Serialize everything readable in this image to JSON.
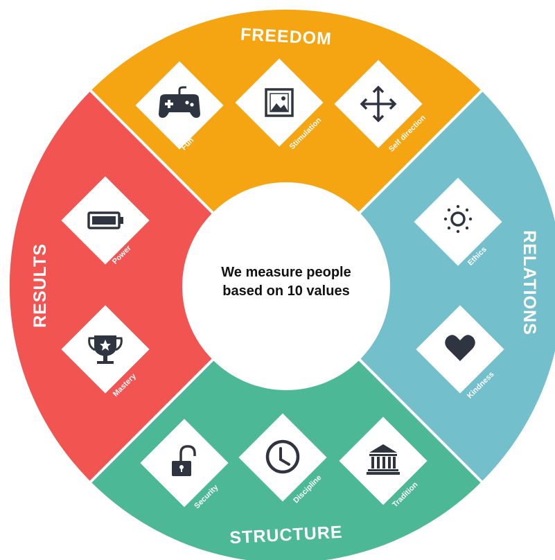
{
  "center": {
    "line1": "We measure people",
    "line2": "based on 10 values"
  },
  "categories": {
    "freedom": {
      "title": "FREEDOM",
      "color": "#F5A511",
      "values": [
        "Fun",
        "Stimulation",
        "Self direction"
      ],
      "icons": [
        "gamepad-icon",
        "picture-icon",
        "move-arrows-icon"
      ]
    },
    "relations": {
      "title": "RELATIONS",
      "color": "#73BFCC",
      "values": [
        "Ethics",
        "Kindness"
      ],
      "icons": [
        "sun-icon",
        "heart-icon"
      ]
    },
    "structure": {
      "title": "STRUCTURE",
      "color": "#4CB895",
      "values": [
        "Security",
        "Discipline",
        "Tradition"
      ],
      "icons": [
        "unlocked-padlock-icon",
        "clock-icon",
        "bank-building-icon"
      ]
    },
    "results": {
      "title": "RESULTS",
      "color": "#F25452",
      "values": [
        "Power",
        "Mastery"
      ],
      "icons": [
        "battery-icon",
        "trophy-icon"
      ]
    }
  }
}
